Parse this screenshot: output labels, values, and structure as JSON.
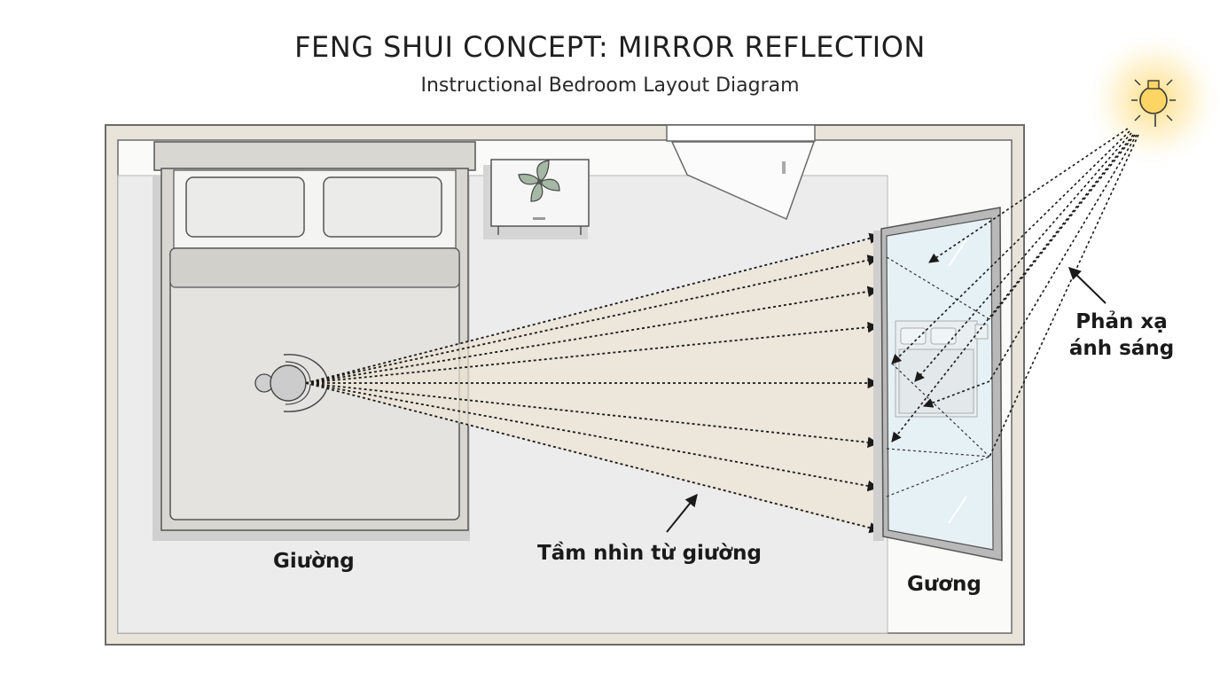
{
  "title": "FENG SHUI CONCEPT: MIRROR REFLECTION",
  "subtitle": "Instructional Bedroom Layout Diagram",
  "labels": {
    "bed": "Giường",
    "view_from_bed": "Tầm nhìn từ giường",
    "mirror": "Gương",
    "light_reflection_line1": "Phản xạ",
    "light_reflection_line2": "ánh sáng"
  },
  "icons": [
    "light-bulb-icon",
    "potted-plant-icon",
    "person-icon"
  ],
  "colors": {
    "wall": "#e8e4da",
    "floor": "#ececec",
    "bed": "#d8d6d0",
    "light_glow": "#fcd565",
    "cone": "#e9e1d2",
    "mirror_glass": "#e6f1f6"
  }
}
